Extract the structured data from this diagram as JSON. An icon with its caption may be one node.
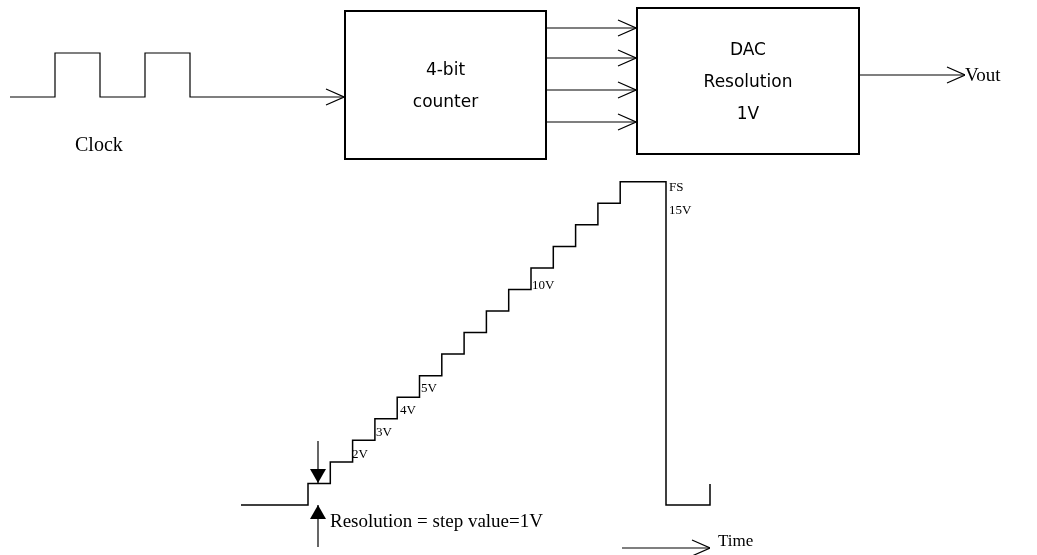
{
  "diagram": {
    "nodes": [
      {
        "text": [],
        "shape": "picture",
        "beside": [
          "Clock"
        ]
      },
      {
        "text": [
          "4-bit counter"
        ]
      },
      {
        "text": [
          "DAC",
          "Resolution 1V"
        ]
      },
      {
        "text": [
          "Vout"
        ]
      }
    ],
    "edges": [
      {
        "from": 0,
        "to": 1,
        "arrow": "to"
      },
      {
        "from": 1,
        "to": 2,
        "arrow": "to"
      },
      {
        "from": 1,
        "to": 2,
        "arrow": "to"
      },
      {
        "from": 1,
        "to": 2,
        "arrow": "to"
      },
      {
        "from": 1,
        "to": 2,
        "arrow": "to"
      },
      {
        "from": 2,
        "to": 3,
        "arrow": "to"
      }
    ],
    "labels": [
      "FS",
      "15V",
      "10V",
      "5V",
      "4V",
      "3V",
      "2V",
      "Resolution = step value=1V",
      "Time"
    ]
  }
}
